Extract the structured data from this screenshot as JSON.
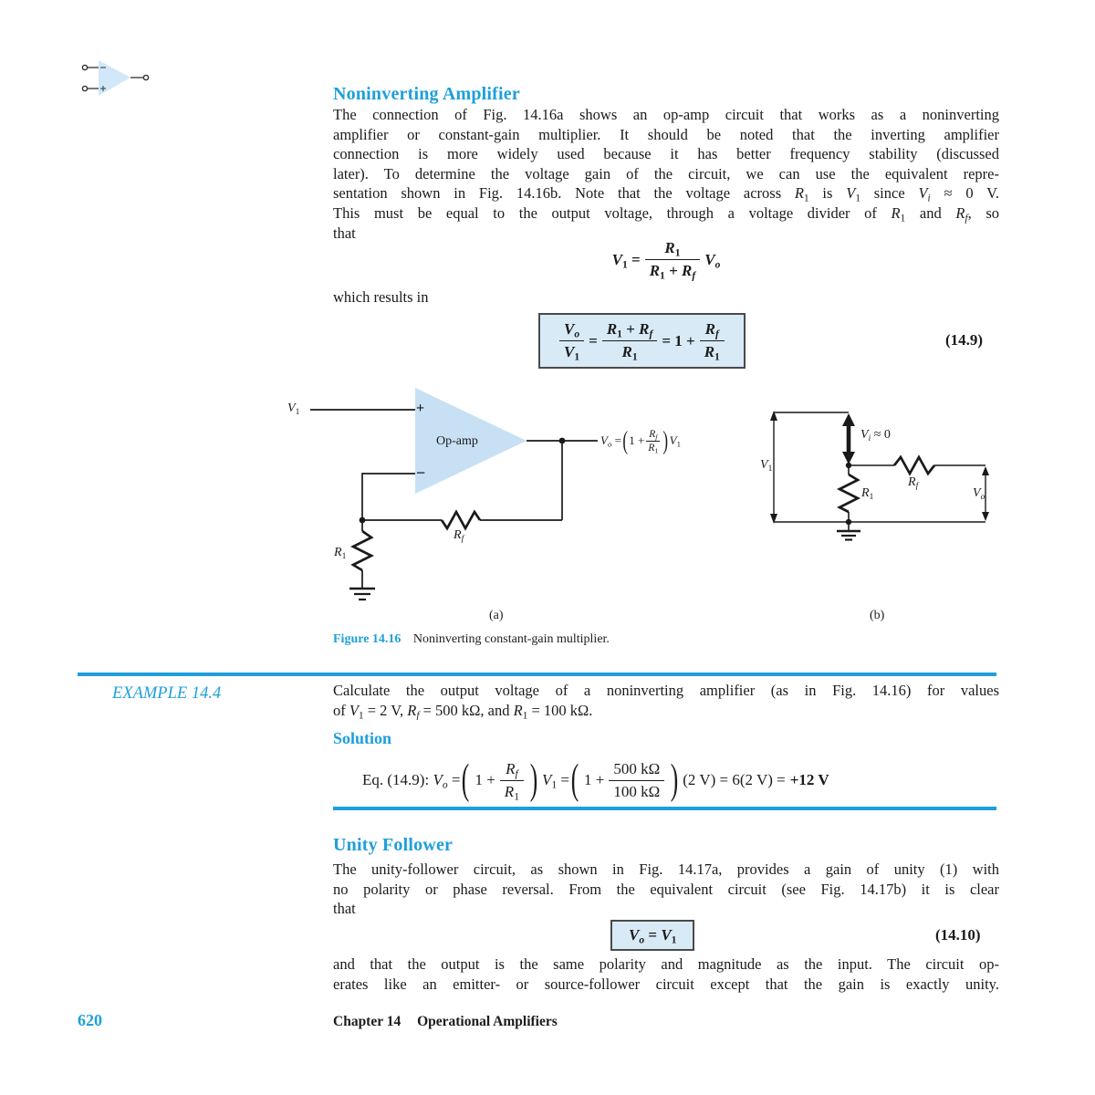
{
  "accent_color": "#1e9fdb",
  "box_fill_color": "#d9eaf7",
  "opamp_fill_color": "#c7e0f4",
  "noninv": {
    "heading": "Noninverting Amplifier",
    "para": [
      "The connection of Fig. 14.16a shows an op-amp circuit that works as a noninverting",
      "amplifier or constant-gain multiplier. It should be noted that the inverting amplifier",
      "connection is more widely used because it has better frequency stability (discussed",
      "later). To determine the voltage gain of the circuit, we can use the equivalent repre-",
      "sentation shown in Fig. 14.16b. Note that the voltage across {R}~1~ is {V}~1~ since {V}~{i}~ ≈ 0 V.",
      "This must be equal to the output voltage, through a voltage divider of {R}~1~ and {R}~{f}~, so",
      "that"
    ],
    "eq_divider": {
      "lhs": "{V}~1~ =",
      "num": "{R}~1~",
      "den": "{R}~1~ + {R}~{f}~",
      "rhs": "{V}~{o}~"
    },
    "which": "which results in",
    "eq9": {
      "f1num": "{V}~{o}~",
      "f1den": "{V}~1~",
      "eq1": "=",
      "f2num": "{R}~1~ + {R}~{f}~",
      "f2den": "{R}~1~",
      "mid": "= 1 +",
      "f3num": "{R}~{f}~",
      "f3den": "{R}~1~",
      "number": "(14.9)"
    }
  },
  "figure": {
    "a": {
      "v1": "{V}~1~",
      "plus": "+",
      "minus": "−",
      "opamp": "Op-amp",
      "out_pre": "{V}~{o}~ =",
      "lparen": "(",
      "out_one": "1 +",
      "out_fnum": "{R}~{f}~",
      "out_fden": "{R}~1~",
      "rparen": ")",
      "out_post": "{V}~1~",
      "rf": "{R}~{f}~",
      "r1": "{R}~1~",
      "tag": "(a)"
    },
    "b": {
      "v1": "{V}~1~",
      "vi": "{V}~{i}~ ≈ 0",
      "r1": "{R}~1~",
      "rf": "{R}~{f}~",
      "vo": "{V}~{o}~",
      "tag": "(b)"
    },
    "caption_label": "Figure 14.16",
    "caption_text": "Noninverting constant-gain multiplier."
  },
  "example": {
    "label": "EXAMPLE 14.4",
    "lines": [
      "Calculate the output voltage of a noninverting amplifier (as in Fig. 14.16) for values",
      "of {V}~1~ = 2 V, {R}~{f}~ = 500 kΩ, and {R}~1~ = 100 kΩ."
    ],
    "solution_heading": "Solution",
    "solution_eq": {
      "prefix": "Eq. (14.9): {V}~{o}~ =",
      "p1": "(",
      "one1": "1 +",
      "f1num": "{R}~{f}~",
      "f1den": "{R}~1~",
      "p1c": ")",
      "v1eq": "{V}~1~ =",
      "p2": "(",
      "one2": "1 +",
      "f2num": "500 kΩ",
      "f2den": "100 kΩ",
      "p2c": ")",
      "tail": "(2 V) = 6(2 V) =",
      "result": "+12 V"
    }
  },
  "unity": {
    "heading": "Unity Follower",
    "para": [
      "The unity-follower circuit, as shown in Fig. 14.17a, provides a gain of unity (1) with",
      "no polarity or phase reversal. From the equivalent circuit (see Fig. 14.17b) it is clear",
      "that"
    ],
    "eq10": {
      "body": "{V}~{o}~ = {V}~1~",
      "number": "(14.10)"
    },
    "para2": [
      "and that the output is the same polarity and magnitude as the input. The circuit op-",
      "erates like an emitter- or source-follower circuit except that the gain is exactly unity."
    ]
  },
  "footer": {
    "page": "620",
    "chapter": "Chapter 14",
    "title": "Operational Amplifiers"
  }
}
